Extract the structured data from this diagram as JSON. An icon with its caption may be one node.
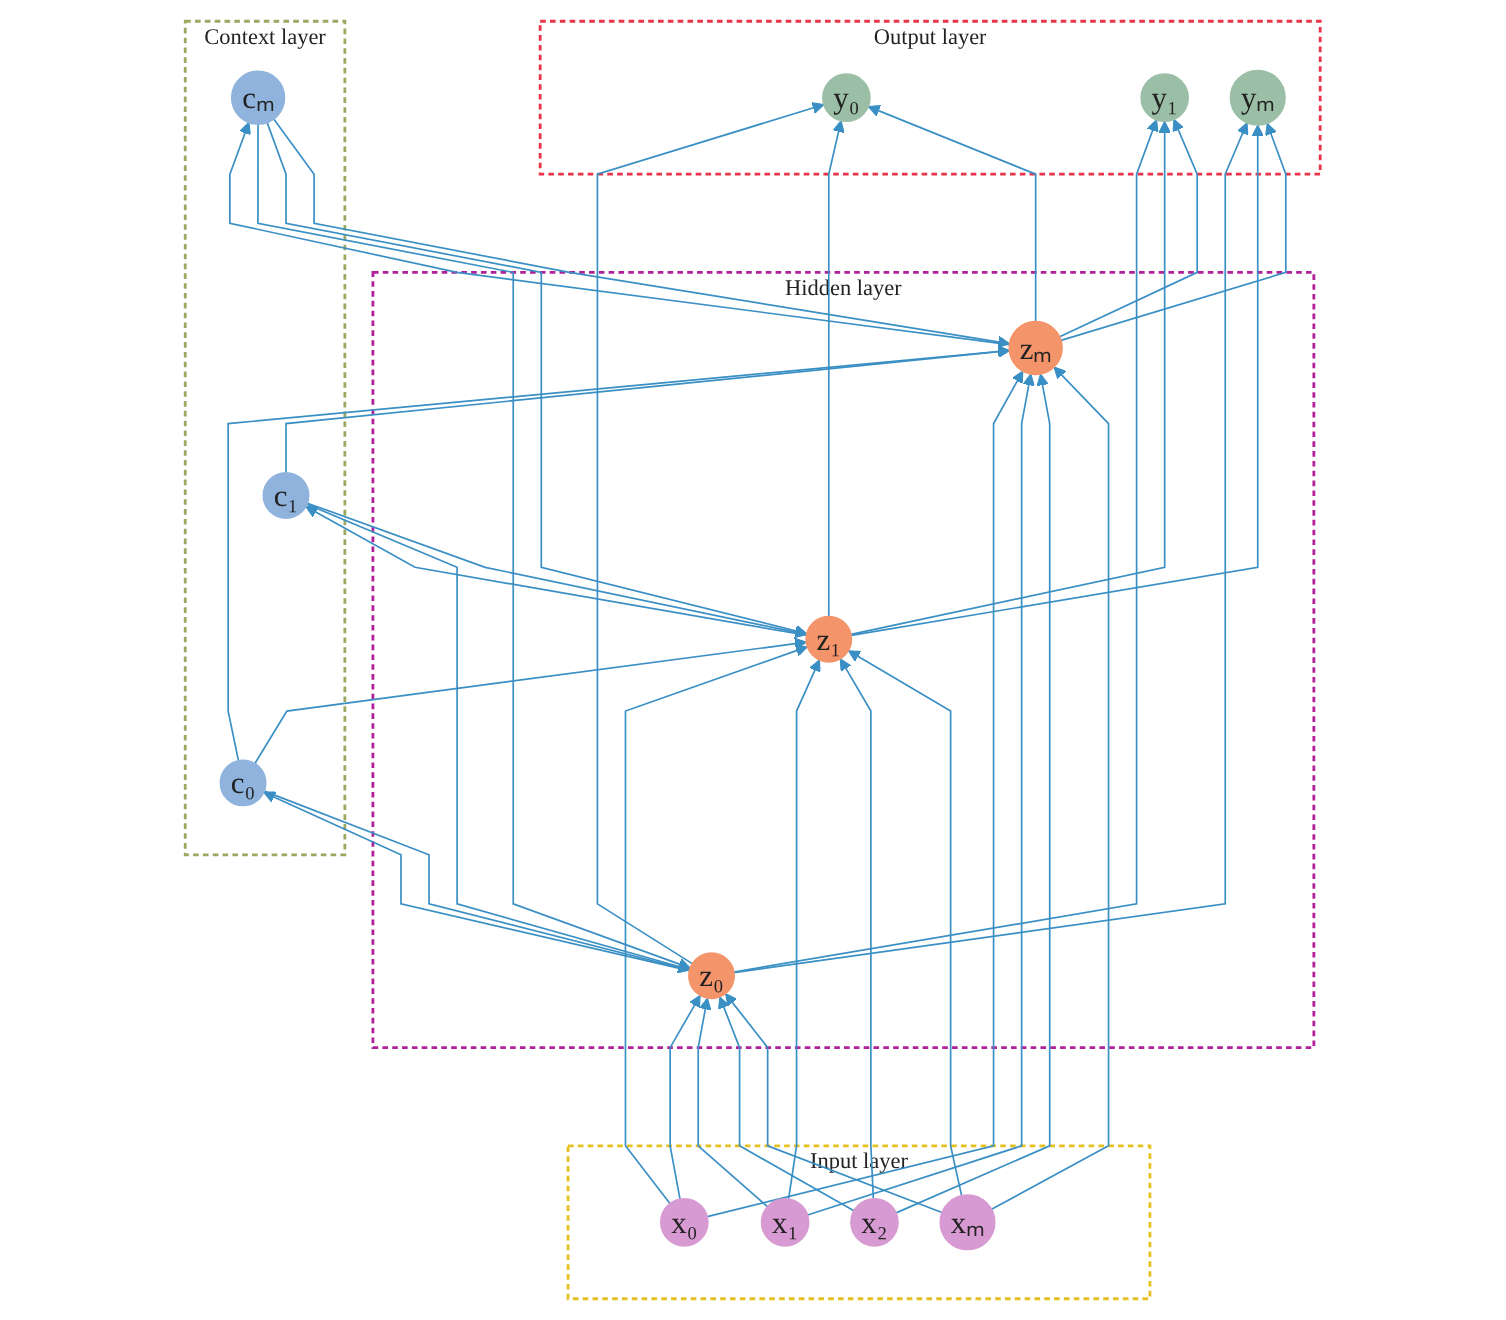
{
  "diagram": {
    "nodes": [
      {
        "text": [
          "Output layer"
        ]
      },
      {
        "text": [
          "y₀"
        ],
        "in": 0
      },
      {
        "text": [
          "y₁"
        ],
        "in": 0
      },
      {
        "text": [
          "yₘ"
        ],
        "in": 0
      },
      {
        "text": [
          "Hidden layer"
        ]
      },
      {
        "text": [
          "z₀"
        ],
        "in": 4
      },
      {
        "text": [
          "z₁"
        ],
        "in": 4
      },
      {
        "text": [
          "zₘ"
        ],
        "in": 4
      },
      {
        "text": [
          "Context layer"
        ]
      },
      {
        "text": [
          "c₀"
        ],
        "in": 8
      },
      {
        "text": [
          "c₁"
        ],
        "in": 8
      },
      {
        "text": [
          "cₘ"
        ],
        "in": 8
      },
      {
        "text": [
          "Input layer"
        ]
      },
      {
        "text": [
          "x₀"
        ],
        "in": 12
      },
      {
        "text": [
          "x₁"
        ],
        "in": 12
      },
      {
        "text": [
          "x₂"
        ],
        "in": 12
      },
      {
        "text": [
          "xₘ"
        ],
        "in": 12
      }
    ],
    "edges": [
      {
        "from": 5,
        "to": 1,
        "arrow": "to"
      },
      {
        "from": 5,
        "to": 2,
        "arrow": "to"
      },
      {
        "from": 5,
        "to": 3,
        "arrow": "to"
      },
      {
        "from": 6,
        "to": 1,
        "arrow": "to"
      },
      {
        "from": 6,
        "to": 2,
        "arrow": "to"
      },
      {
        "from": 6,
        "to": 3,
        "arrow": "to"
      },
      {
        "from": 7,
        "to": 1,
        "arrow": "to"
      },
      {
        "from": 7,
        "to": 2,
        "arrow": "to"
      },
      {
        "from": 7,
        "to": 3,
        "arrow": "to"
      },
      {
        "from": 5,
        "to": 9,
        "arrow": "to"
      },
      {
        "from": 6,
        "to": 10,
        "arrow": "to"
      },
      {
        "from": 7,
        "to": 11,
        "arrow": "to"
      },
      {
        "from": 9,
        "to": 5,
        "arrow": "to"
      },
      {
        "from": 9,
        "to": 6,
        "arrow": "to"
      },
      {
        "from": 9,
        "to": 7,
        "arrow": "to"
      },
      {
        "from": 10,
        "to": 5,
        "arrow": "to"
      },
      {
        "from": 10,
        "to": 6,
        "arrow": "to"
      },
      {
        "from": 10,
        "to": 7,
        "arrow": "to"
      },
      {
        "from": 11,
        "to": 5,
        "arrow": "to"
      },
      {
        "from": 11,
        "to": 6,
        "arrow": "to"
      },
      {
        "from": 11,
        "to": 7,
        "arrow": "to"
      },
      {
        "from": 13,
        "to": 5,
        "arrow": "to"
      },
      {
        "from": 13,
        "to": 6,
        "arrow": "to"
      },
      {
        "from": 13,
        "to": 7,
        "arrow": "to"
      },
      {
        "from": 14,
        "to": 5,
        "arrow": "to"
      },
      {
        "from": 14,
        "to": 6,
        "arrow": "to"
      },
      {
        "from": 14,
        "to": 7,
        "arrow": "to"
      },
      {
        "from": 15,
        "to": 5,
        "arrow": "to"
      },
      {
        "from": 15,
        "to": 6,
        "arrow": "to"
      },
      {
        "from": 15,
        "to": 7,
        "arrow": "to"
      },
      {
        "from": 16,
        "to": 5,
        "arrow": "to"
      },
      {
        "from": 16,
        "to": 6,
        "arrow": "to"
      },
      {
        "from": 16,
        "to": 7,
        "arrow": "to"
      }
    ]
  }
}
